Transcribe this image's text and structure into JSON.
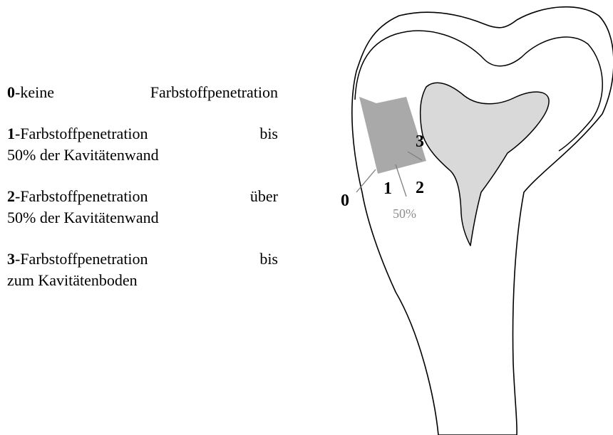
{
  "legend": [
    {
      "code": "0",
      "line1_left": "-keine",
      "line1_right": "Farbstoffpenetration",
      "line2": ""
    },
    {
      "code": "1",
      "line1_left": "-Farbstoffpenetration",
      "line1_right": "bis",
      "line2": "50%  der Kavitätenwand"
    },
    {
      "code": "2",
      "line1_left": "-Farbstoffpenetration",
      "line1_right": "über",
      "line2": "50%  der Kavitätenwand"
    },
    {
      "code": "3",
      "line1_left": "-Farbstoffpenetration",
      "line1_right": "bis",
      "line2": "zum  Kavitätenboden"
    }
  ],
  "diagram": {
    "labels": {
      "zero": "0",
      "one": "1",
      "two": "2",
      "three": "3",
      "half": "50%"
    },
    "colors": {
      "cavity": "#a9a9a9",
      "pulp": "#d9d9d9",
      "outline": "#000000",
      "half_label": "#8c8c8c"
    }
  }
}
